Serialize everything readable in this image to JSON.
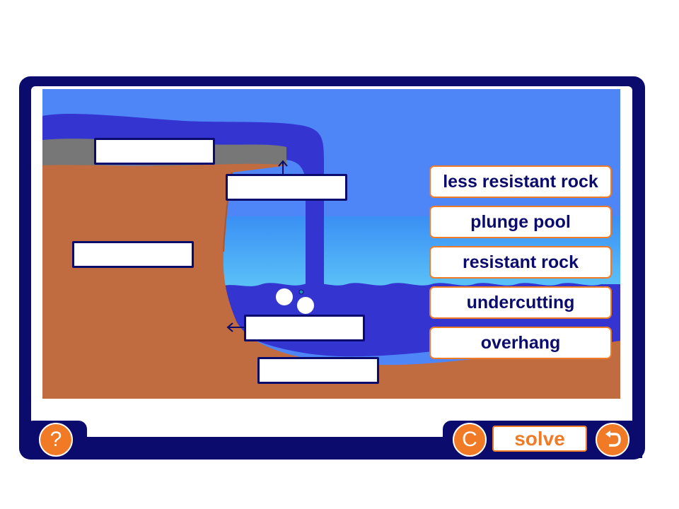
{
  "labels": [
    {
      "text": "less resistant rock"
    },
    {
      "text": "plunge pool"
    },
    {
      "text": "resistant rock"
    },
    {
      "text": "undercutting"
    },
    {
      "text": "overhang"
    }
  ],
  "controls": {
    "help_glyph": "?",
    "clear_glyph": "C",
    "solve_label": "solve",
    "undo_icon": "undo-arrow-icon"
  },
  "colors": {
    "frame": "#0b0b6e",
    "accent": "#f07a26",
    "sky": "#4f86f7",
    "water_dark": "#3434d0",
    "pool_light": "#4db6f6",
    "rock_brown": "#c06b40",
    "cap_rock_gray": "#777777"
  }
}
